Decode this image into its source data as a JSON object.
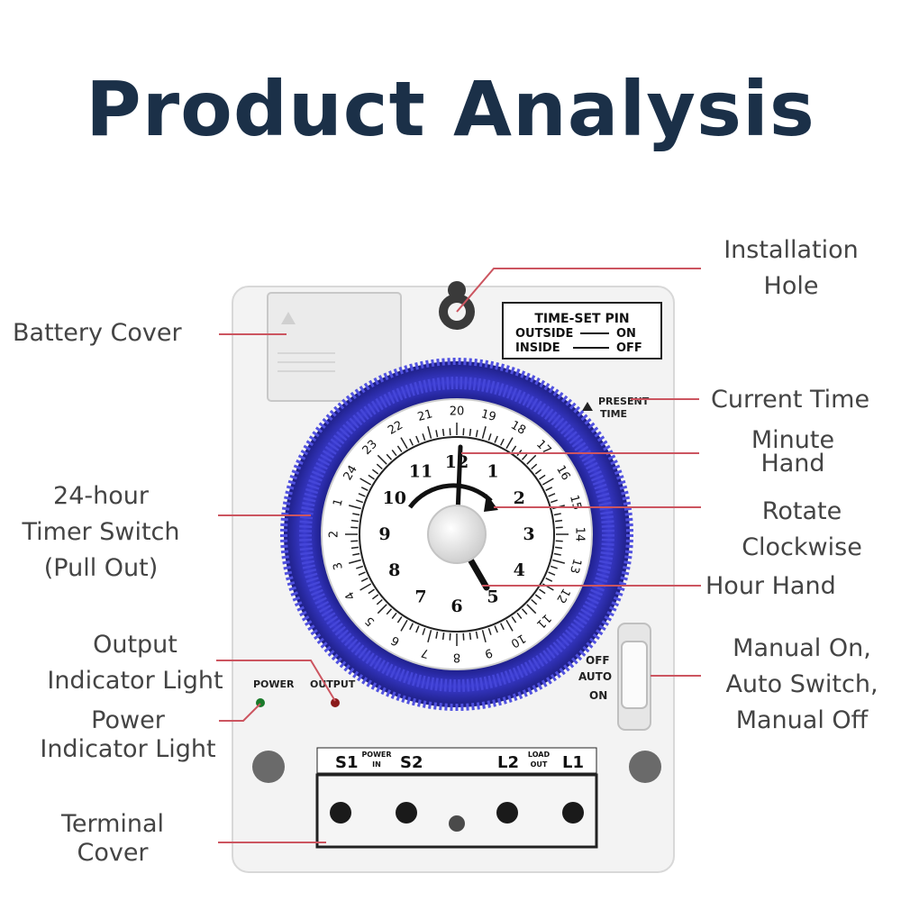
{
  "title": "Product Analysis",
  "device": {
    "time_set_pin": {
      "heading": "TIME-SET PIN",
      "outside": "OUTSIDE",
      "on": "ON",
      "inside": "INSIDE",
      "off": "OFF"
    },
    "present_time": [
      "PRESENT",
      "TIME"
    ],
    "dial_outer_numbers": [
      "20",
      "19",
      "18",
      "17",
      "16",
      "15",
      "14",
      "13",
      "12",
      "11",
      "10",
      "9",
      "8",
      "7",
      "6",
      "5",
      "4",
      "3",
      "2",
      "1",
      "24",
      "23",
      "22",
      "21"
    ],
    "dial_inner_numbers": [
      "12",
      "1",
      "2",
      "3",
      "4",
      "5",
      "6",
      "7",
      "8",
      "9",
      "10",
      "11"
    ],
    "switch_positions": [
      "OFF",
      "AUTO",
      "ON"
    ],
    "indicators": {
      "power": "POWER",
      "output": "OUTPUT"
    },
    "terminals": {
      "s1": "S1",
      "power_in": [
        "POWER",
        "IN"
      ],
      "s2": "S2",
      "l2": "L2",
      "load_out": [
        "LOAD",
        "OUT"
      ],
      "l1": "L1"
    }
  },
  "labels": {
    "battery_cover": [
      "Battery Cover"
    ],
    "timer_switch": [
      "24-hour",
      "Timer Switch",
      "(Pull Out)"
    ],
    "output_light": [
      "Output",
      "Indicator Light"
    ],
    "power_light": [
      "Power",
      "Indicator Light"
    ],
    "terminal_cover": [
      "Terminal",
      "Cover"
    ],
    "installation_hole": [
      "Installation",
      "Hole"
    ],
    "current_time": [
      "Current Time"
    ],
    "minute_hand": [
      "Minute",
      "Hand"
    ],
    "rotate_clockwise": [
      "Rotate",
      "Clockwise"
    ],
    "hour_hand": [
      "Hour Hand"
    ],
    "manual_switch": [
      "Manual On,",
      "Auto Switch,",
      "Manual Off"
    ]
  },
  "colors": {
    "title": "#1b3048",
    "label": "#444444",
    "leader_line": "#cc5560",
    "dial_ring": "#2e2fb0",
    "housing": "#f1f1f1"
  }
}
